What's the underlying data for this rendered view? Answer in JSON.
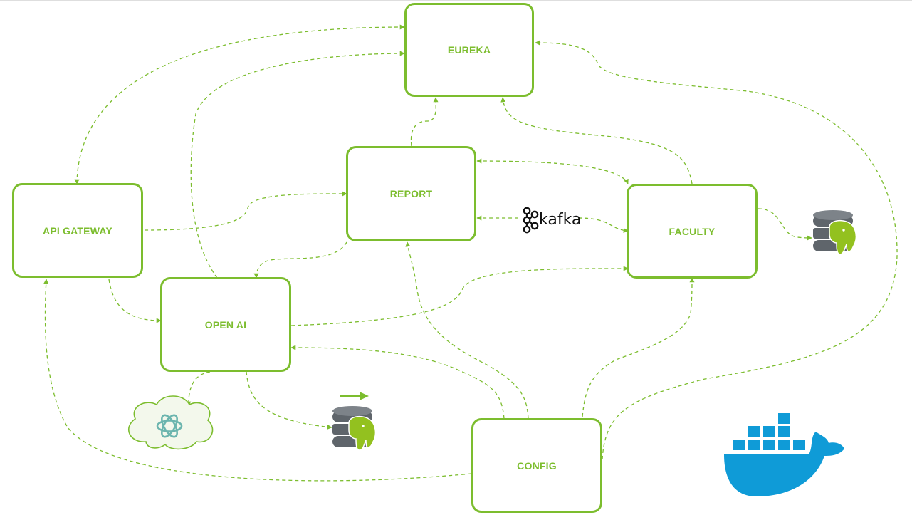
{
  "nodes": {
    "eureka": "EUREKA",
    "report": "REPORT",
    "api_gateway": "API GATEWAY",
    "faculty": "FACULTY",
    "open_ai": "OPEN AI",
    "config": "CONFIG"
  },
  "kafka": "kafka",
  "colors": {
    "accent": "#7cbd2e",
    "docker": "#0f9bd7",
    "db_dark": "#5f656b",
    "elephant": "#93c11f",
    "openai_cloud": "#f3f8ec",
    "openai_logo": "#6bb5ae"
  },
  "icons": [
    "kafka-icon",
    "postgres-db-icon",
    "openai-cloud-icon",
    "docker-whale-icon",
    "arrow-right-icon"
  ]
}
